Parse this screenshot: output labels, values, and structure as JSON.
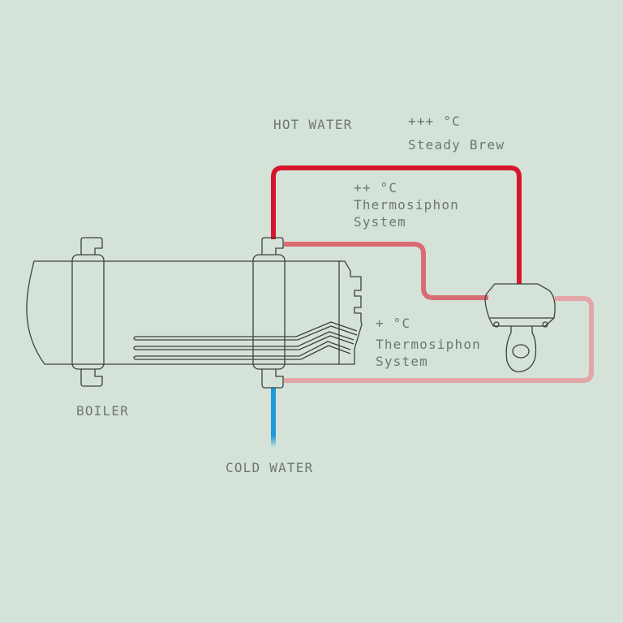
{
  "labels": {
    "hot_water": "HOT WATER",
    "steady_temp": "+++ °C",
    "steady_brew": "Steady Brew",
    "thermo2_temp": "++ °C",
    "thermo2_line1": "Thermosiphon",
    "thermo2_line2": "System",
    "thermo1_temp": "+ °C",
    "thermo1_line1": "Thermosiphon",
    "thermo1_line2": "System",
    "boiler": "BOILER",
    "cold_water": "COLD WATER"
  },
  "colors": {
    "background": "#d5e2d8",
    "hot_pipe": "#d7152f",
    "medium_pipe": "#d96c73",
    "warm_pipe": "#e3a5a6",
    "cold_pipe": "#1a9ad6"
  }
}
